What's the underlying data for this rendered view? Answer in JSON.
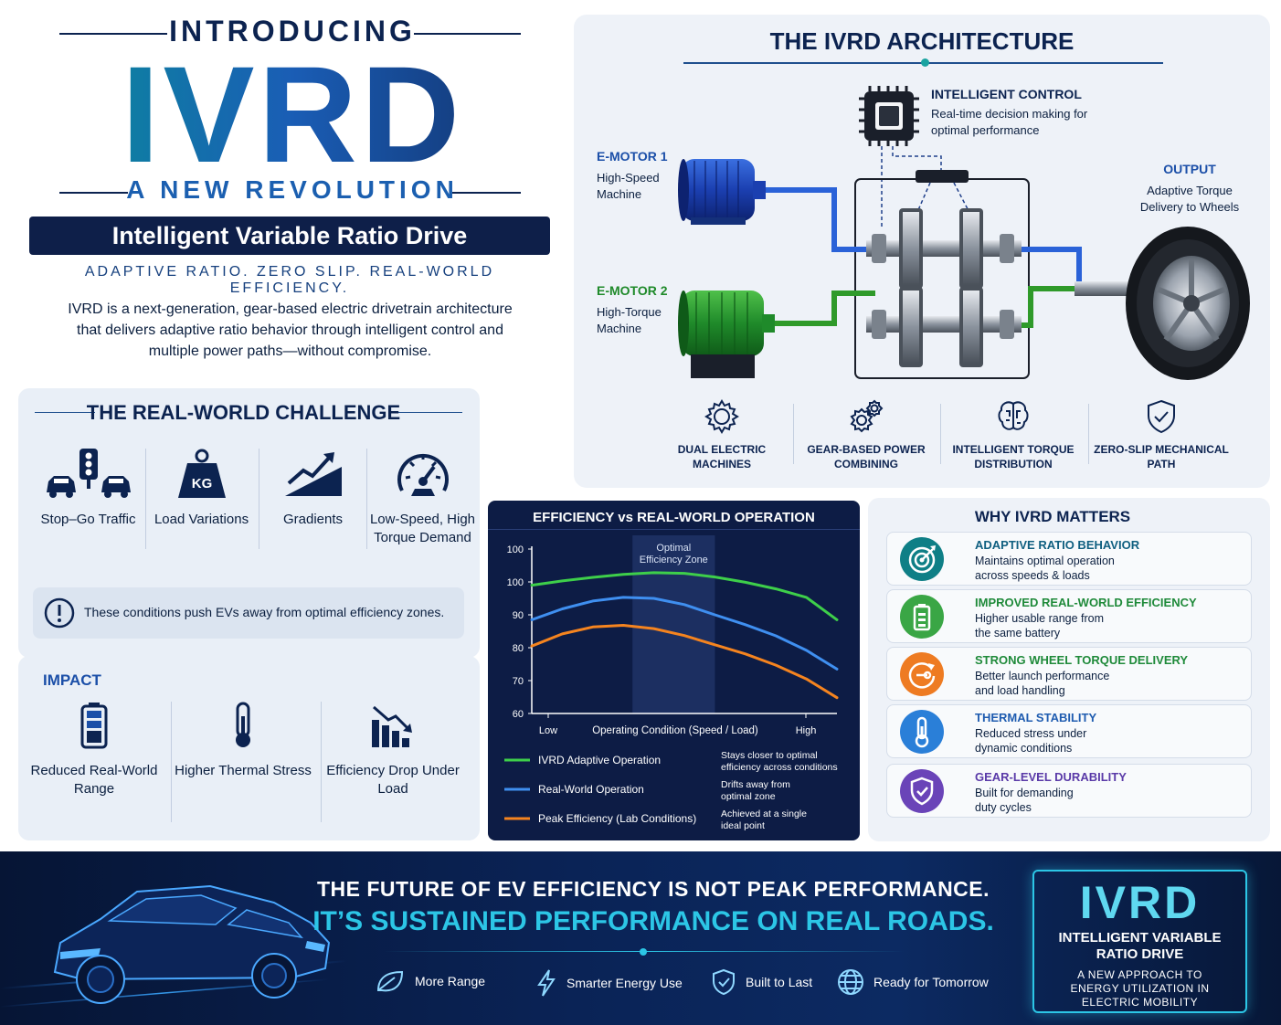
{
  "hero": {
    "introducing": "INTRODUCING",
    "title": "IVRD",
    "revolution": "A NEW REVOLUTION",
    "banner": "Intelligent Variable Ratio Drive",
    "tagline": "ADAPTIVE RATIO. ZERO SLIP. REAL-WORLD EFFICIENCY.",
    "lead": "IVRD is a next-generation, gear-based electric drivetrain architecture that delivers adaptive ratio behavior through intelligent control and multiple power paths—without compromise."
  },
  "architecture": {
    "title": "THE IVRD ARCHITECTURE",
    "control_head": "INTELLIGENT CONTROL",
    "control_sub": "Real-time decision making for optimal performance",
    "motor1_head": "E-MOTOR 1",
    "motor1_sub": "High-Speed Machine",
    "motor2_head": "E-MOTOR 2",
    "motor2_sub": "High-Torque Machine",
    "output_head": "OUTPUT",
    "output_sub": "Adaptive Torque Delivery to Wheels",
    "features": [
      {
        "label": "DUAL ELECTRIC MACHINES",
        "icon": "gear-icon"
      },
      {
        "label": "GEAR-BASED POWER COMBINING",
        "icon": "gears-icon"
      },
      {
        "label": "INTELLIGENT TORQUE DISTRIBUTION",
        "icon": "brain-icon"
      },
      {
        "label": "ZERO-SLIP MECHANICAL PATH",
        "icon": "shield-check-icon"
      }
    ]
  },
  "challenge": {
    "title": "THE REAL-WORLD CHALLENGE",
    "items": [
      {
        "label": "Stop–Go Traffic",
        "icon": "traffic-icon"
      },
      {
        "label": "Load Variations",
        "icon": "weight-icon"
      },
      {
        "label": "Gradients",
        "icon": "gradient-icon"
      },
      {
        "label": "Low-Speed, High Torque Demand",
        "icon": "gauge-icon"
      }
    ],
    "weight_text": "KG",
    "note": "These conditions push EVs away from optimal efficiency zones."
  },
  "impact": {
    "title": "IMPACT",
    "items": [
      {
        "label": "Reduced Real-World Range",
        "icon": "battery-icon"
      },
      {
        "label": "Higher Thermal Stress",
        "icon": "thermometer-icon"
      },
      {
        "label": "Efficiency Drop Under Load",
        "icon": "chart-down-icon"
      }
    ]
  },
  "chart_data": {
    "type": "line",
    "title": "EFFICIENCY vs REAL-WORLD OPERATION",
    "xlabel": "Operating Condition (Speed / Load)",
    "x_tick_labels": [
      "Low",
      "High"
    ],
    "ylim": [
      60,
      110
    ],
    "y_ticks": [
      60,
      70,
      80,
      90,
      100,
      110
    ],
    "y_tick_labels": [
      "60",
      "70",
      "80",
      "90",
      "100",
      "100"
    ],
    "x": [
      0,
      0.1,
      0.2,
      0.3,
      0.4,
      0.5,
      0.6,
      0.7,
      0.8,
      0.9,
      1.0
    ],
    "zone": {
      "x0": 0.33,
      "x1": 0.6,
      "label": "Optimal Efficiency Zone"
    },
    "series": [
      {
        "name": "IVRD Adaptive Operation",
        "desc": "Stays closer to optimal efficiency across conditions",
        "color": "#3ecf4a",
        "values": [
          99,
          100.3,
          101.4,
          102.3,
          102.8,
          102.6,
          101.5,
          99.9,
          97.9,
          95.3,
          88.5
        ]
      },
      {
        "name": "Real-World Operation",
        "desc": "Drifts away from optimal zone",
        "color": "#3f8ff0",
        "values": [
          88.5,
          91.8,
          94.2,
          95.3,
          95.0,
          93.1,
          90.0,
          87.0,
          83.6,
          79.2,
          73.5
        ]
      },
      {
        "name": "Peak Efficiency (Lab Conditions)",
        "desc": "Achieved at a single ideal point",
        "color": "#f5841f",
        "values": [
          80.5,
          84.2,
          86.3,
          86.8,
          85.8,
          83.7,
          80.9,
          78.1,
          74.7,
          70.5,
          64.8
        ]
      }
    ]
  },
  "why": {
    "title": "WHY IVRD MATTERS",
    "items": [
      {
        "head": "ADAPTIVE RATIO BEHAVIOR",
        "sub": "Maintains optimal operation across speeds & loads",
        "color": "#0f7f86",
        "head_color": "#0f5f80",
        "icon": "target-icon"
      },
      {
        "head": "IMPROVED REAL-WORLD EFFICIENCY",
        "sub": "Higher usable range from the same battery",
        "color": "#3aa645",
        "head_color": "#1f8a3a",
        "icon": "battery-icon"
      },
      {
        "head": "STRONG WHEEL TORQUE DELIVERY",
        "sub": "Better launch performance and load handling",
        "color": "#ee7b22",
        "head_color": "#1f8a3a",
        "icon": "torque-icon"
      },
      {
        "head": "THERMAL STABILITY",
        "sub": "Reduced stress under dynamic conditions",
        "color": "#2a7fd8",
        "head_color": "#1f5cb0",
        "icon": "thermometer-icon"
      },
      {
        "head": "GEAR-LEVEL DURABILITY",
        "sub": "Built for demanding duty cycles",
        "color": "#6a44b8",
        "head_color": "#5a3aa8",
        "icon": "shield-check-icon"
      }
    ]
  },
  "footer": {
    "line1": "THE FUTURE OF EV EFFICIENCY IS NOT PEAK PERFORMANCE.",
    "line2": "IT’S SUSTAINED PERFORMANCE ON REAL ROADS.",
    "items": [
      {
        "label": "More Range",
        "icon": "leaf-icon"
      },
      {
        "label": "Smarter Energy Use",
        "icon": "bolt-icon"
      },
      {
        "label": "Built to Last",
        "icon": "shield-check-icon"
      },
      {
        "label": "Ready for Tomorrow",
        "icon": "globe-icon"
      }
    ],
    "box_title": "IVRD",
    "box_sub": "INTELLIGENT VARIABLE RATIO DRIVE",
    "box_desc": "A NEW APPROACH TO ENERGY UTILIZATION IN ELECTRIC MOBILITY"
  }
}
